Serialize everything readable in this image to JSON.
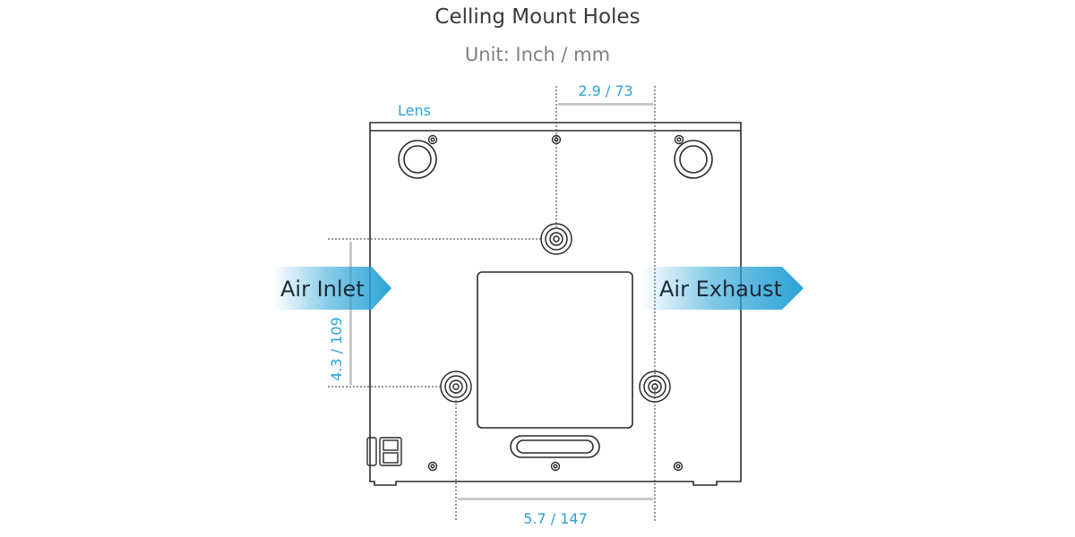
{
  "title": "Celling Mount Holes",
  "subtitle": "Unit: Inch / mm",
  "labels": {
    "lens": "Lens",
    "top_dimension": "2.9 / 73",
    "bottom_dimension": "5.7 / 147",
    "side_dimension": "4.3 / 109",
    "air_inlet": "Air Inlet",
    "air_exhaust": "Air Exhaust"
  },
  "colors": {
    "accent": "#2aa3d6",
    "outline": "#2b2b2b",
    "dim_bar": "#c8c8c8"
  }
}
